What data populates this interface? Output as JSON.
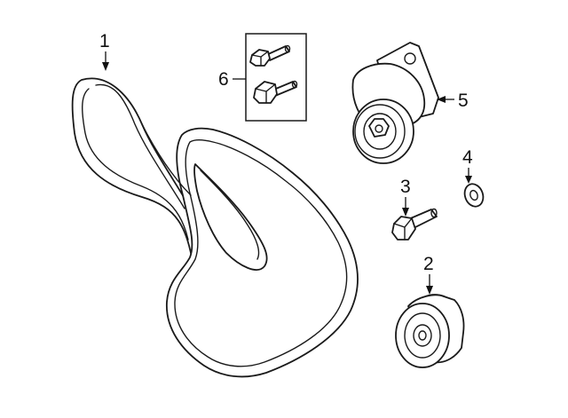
{
  "callouts": [
    {
      "id": "1",
      "label": "1"
    },
    {
      "id": "2",
      "label": "2"
    },
    {
      "id": "3",
      "label": "3"
    },
    {
      "id": "4",
      "label": "4"
    },
    {
      "id": "5",
      "label": "5"
    },
    {
      "id": "6",
      "label": "6"
    }
  ],
  "parts": [
    {
      "callout": "1",
      "icon": "serpentine-belt-icon"
    },
    {
      "callout": "2",
      "icon": "idler-pulley-icon"
    },
    {
      "callout": "3",
      "icon": "bolt-icon"
    },
    {
      "callout": "4",
      "icon": "washer-icon"
    },
    {
      "callout": "5",
      "icon": "belt-tensioner-icon"
    },
    {
      "callout": "6",
      "icon": "tensioner-bolts-icon"
    }
  ],
  "colors": {
    "line": "#1a1a1a",
    "background": "#ffffff"
  }
}
